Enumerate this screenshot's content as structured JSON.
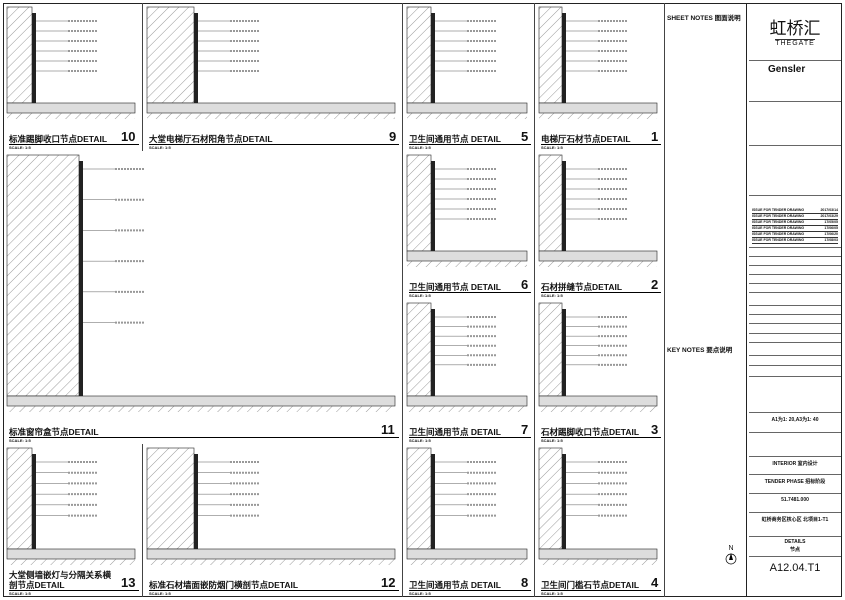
{
  "details": [
    {
      "num": "10",
      "title": "标准踢脚收口节点DETAIL",
      "scale": "SCALE: 1:5"
    },
    {
      "num": "9",
      "title": "大堂电梯厅石材阳角节点DETAIL",
      "scale": "SCALE: 1:5"
    },
    {
      "num": "5",
      "title": "卫生间通用节点 DETAIL",
      "scale": "SCALE: 1:5"
    },
    {
      "num": "1",
      "title": "电梯厅石材节点DETAIL",
      "scale": "SCALE: 1:5"
    },
    {
      "num": "6",
      "title": "卫生间通用节点 DETAIL",
      "scale": "SCALE: 1:5"
    },
    {
      "num": "2",
      "title": "石材拼缝节点DETAIL",
      "scale": "SCALE: 1:5"
    },
    {
      "num": "11",
      "title": "标准窗帘盒节点DETAIL",
      "scale": "SCALE: 1:5"
    },
    {
      "num": "7",
      "title": "卫生间通用节点 DETAIL",
      "scale": "SCALE: 1:5"
    },
    {
      "num": "3",
      "title": "石材踢脚收口节点DETAIL",
      "scale": "SCALE: 1:5"
    },
    {
      "num": "13",
      "title": "大堂侧墙嵌灯与分隔关系横剖节点DETAIL",
      "scale": "SCALE: 1:5"
    },
    {
      "num": "12",
      "title": "标准石材墙面嵌防烟门横剖节点DETAIL",
      "scale": "SCALE: 1:5"
    },
    {
      "num": "8",
      "title": "卫生间通用节点 DETAIL",
      "scale": "SCALE: 1:5"
    },
    {
      "num": "4",
      "title": "卫生间门槛石节点DETAIL",
      "scale": "SCALE: 1:5"
    }
  ],
  "notes": {
    "sheet_notes": "SHEET NOTES 图面说明",
    "key_notes": "KEY NOTES    要点说明"
  },
  "title_block": {
    "logo_cn": "虹桥汇",
    "logo_en": "THEGATE",
    "architect": "Gensler",
    "issues": [
      {
        "desc": "ISSUE FOR TENDER DRAWING",
        "date": "2017/03/14"
      },
      {
        "desc": "ISSUE FOR TENDER DRAWING",
        "date": "2017/03/29"
      },
      {
        "desc": "ISSUE FOR TENDER DRAWING",
        "date": "17/05/05"
      },
      {
        "desc": "ISSUE FOR TENDER DRAWING",
        "date": "17/06/05"
      },
      {
        "desc": "ISSUE FOR TENDER DRAWING",
        "date": "17/06/20"
      },
      {
        "desc": "ISSUE FOR TENDER DRAWING",
        "date": "17/08/03"
      }
    ],
    "scale_value": "A1为1: 20,A3为1: 40",
    "discipline": "INTERIOR 室内设计",
    "phase": "TENDER PHASE 招标阶段",
    "project_number": "51.7481.000",
    "project_name": "虹桥商务区核心区 北项目1-T1",
    "drawing_title_en": "DETAILS",
    "drawing_title_cn": "节点",
    "drawing_number": "A12.04.T1"
  },
  "north": "N"
}
